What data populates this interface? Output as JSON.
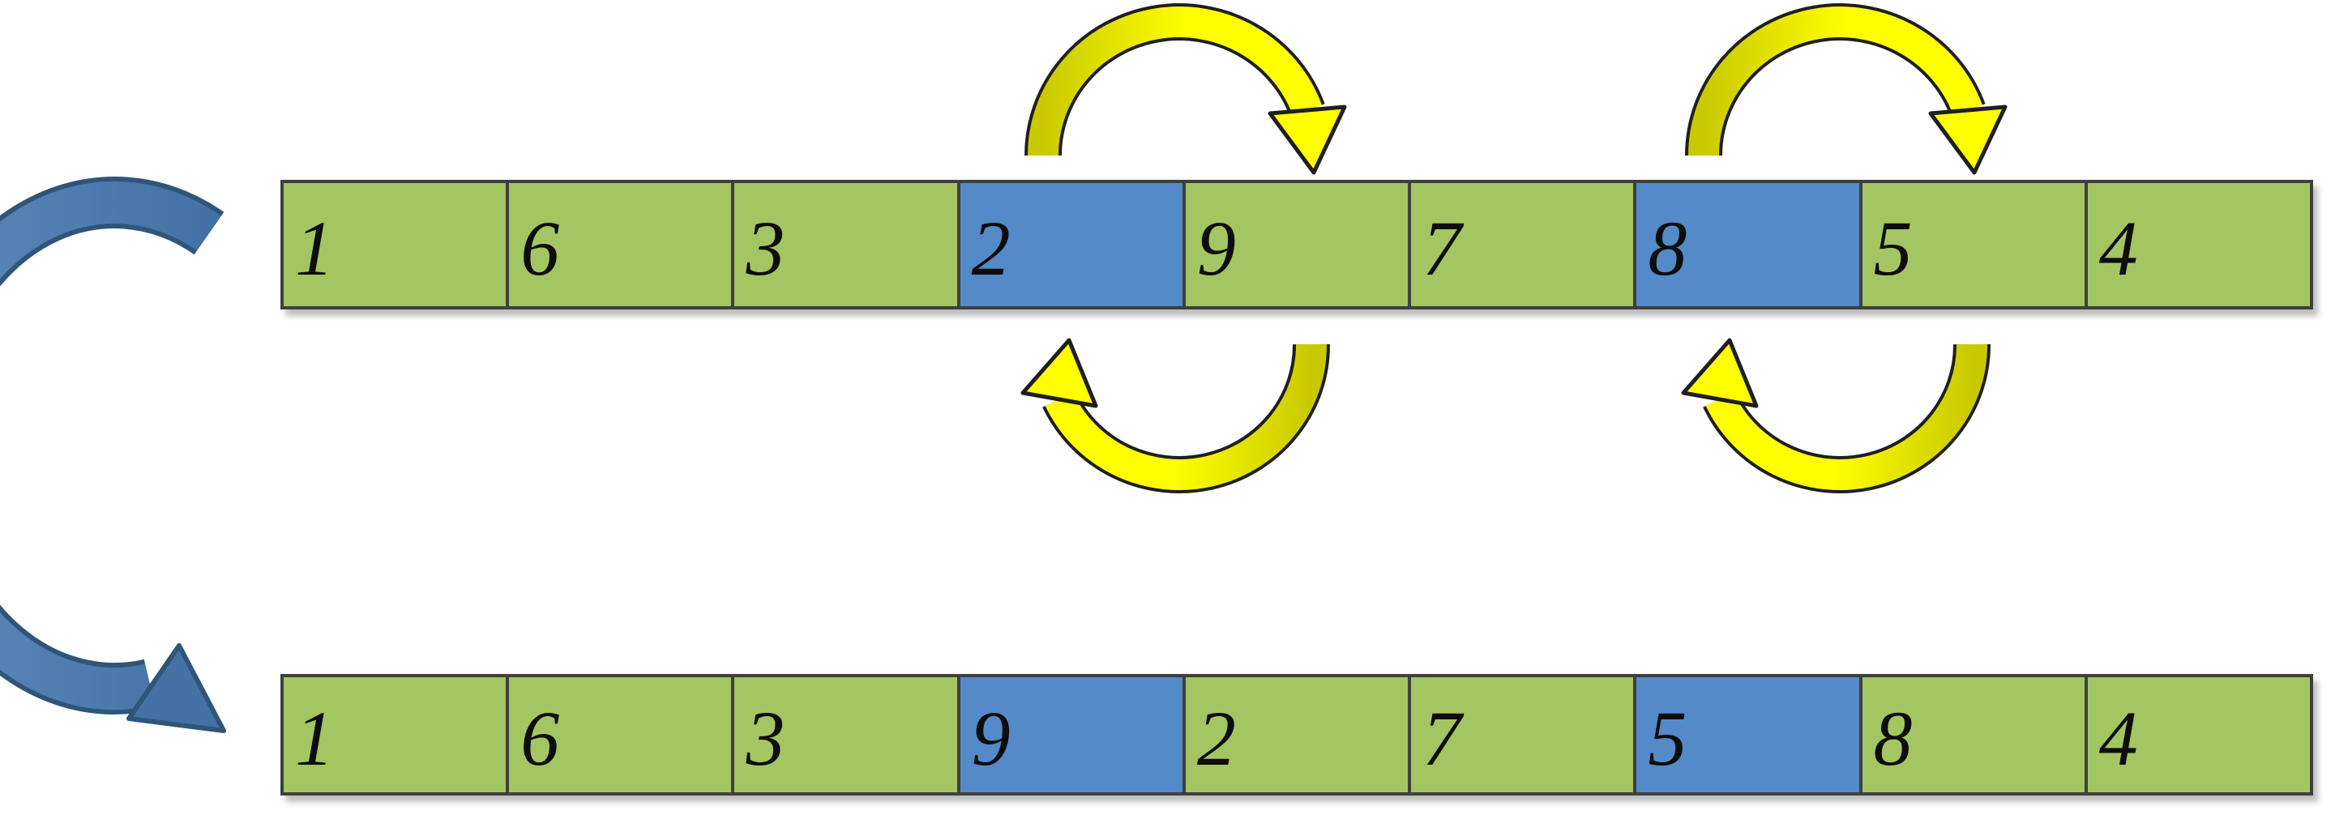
{
  "diagram": {
    "kind": "array element swap illustration",
    "top_array": {
      "cells": [
        {
          "value": "1",
          "highlighted": false
        },
        {
          "value": "6",
          "highlighted": false
        },
        {
          "value": "3",
          "highlighted": false
        },
        {
          "value": "2",
          "highlighted": true
        },
        {
          "value": "9",
          "highlighted": false
        },
        {
          "value": "7",
          "highlighted": false
        },
        {
          "value": "8",
          "highlighted": true
        },
        {
          "value": "5",
          "highlighted": false
        },
        {
          "value": "4",
          "highlighted": false
        }
      ]
    },
    "bottom_array": {
      "cells": [
        {
          "value": "1",
          "highlighted": false
        },
        {
          "value": "6",
          "highlighted": false
        },
        {
          "value": "3",
          "highlighted": false
        },
        {
          "value": "9",
          "highlighted": true
        },
        {
          "value": "2",
          "highlighted": false
        },
        {
          "value": "7",
          "highlighted": false
        },
        {
          "value": "5",
          "highlighted": true
        },
        {
          "value": "8",
          "highlighted": false
        },
        {
          "value": "4",
          "highlighted": false
        }
      ]
    },
    "swaps": [
      {
        "pair": [
          "2",
          "9"
        ]
      },
      {
        "pair": [
          "8",
          "5"
        ]
      }
    ],
    "transition": {
      "from": "top_array",
      "to": "bottom_array"
    }
  },
  "colors": {
    "cell_green": "#a3c662",
    "cell_blue": "#548ac8",
    "cell_border": "#3f3f3f",
    "arrow_yellow_bright": "#ffff00",
    "arrow_yellow_dark": "#c9c900",
    "arrow_outline": "#1f1f1f",
    "arrow_blue_light": "#5d89bd",
    "arrow_blue": "#4472a4",
    "arrow_blue_dark": "#2f5579"
  }
}
